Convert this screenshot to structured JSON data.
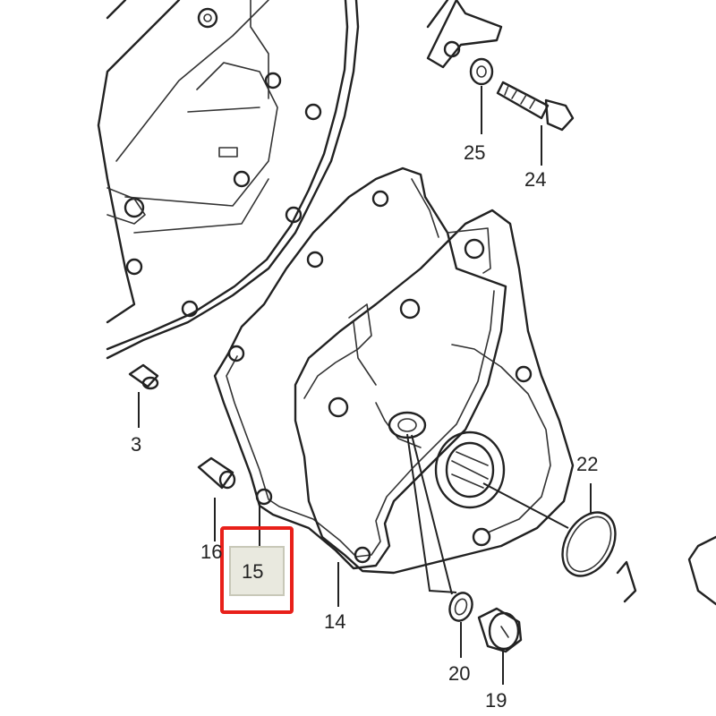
{
  "diagram": {
    "callouts": [
      {
        "id": "part-3",
        "label": "3"
      },
      {
        "id": "part-14",
        "label": "14"
      },
      {
        "id": "part-15",
        "label": "15",
        "highlighted": true
      },
      {
        "id": "part-16",
        "label": "16"
      },
      {
        "id": "part-19",
        "label": "19"
      },
      {
        "id": "part-20",
        "label": "20"
      },
      {
        "id": "part-22",
        "label": "22"
      },
      {
        "id": "part-24",
        "label": "24"
      },
      {
        "id": "part-25",
        "label": "25"
      }
    ],
    "highlight_color": "#e8201a"
  }
}
